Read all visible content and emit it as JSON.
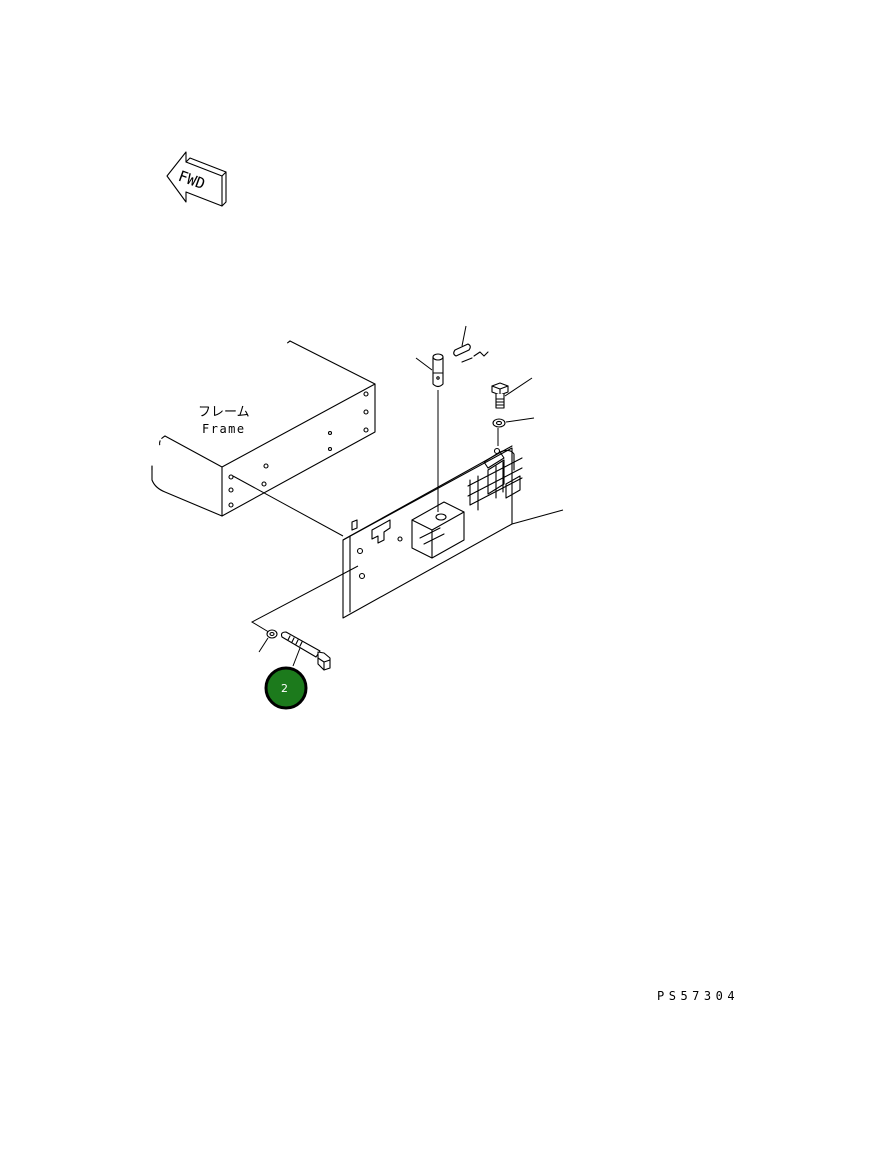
{
  "fwd_arrow": {
    "label": "FWD"
  },
  "frame_label": {
    "jp": "フレーム",
    "en": "Frame"
  },
  "callouts": [
    {
      "number": "2"
    }
  ],
  "drawing_code": "PS57304",
  "colors": {
    "callout_fill": "#1c7a1c",
    "line": "#000000",
    "background": "#ffffff"
  }
}
